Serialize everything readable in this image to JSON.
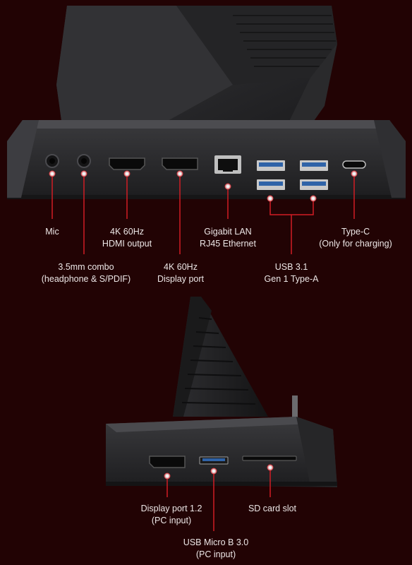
{
  "theme": {
    "background": "#220304",
    "accent": "#d11d24",
    "device_body": "#2b2b2d",
    "port_black": "#0a0a0a",
    "port_blue": "#2f63a8",
    "label_text": "#ece6e6"
  },
  "rear_view": {
    "callouts": [
      {
        "id": "mic",
        "lines": [
          "Mic"
        ]
      },
      {
        "id": "combo",
        "lines": [
          "3.5mm combo",
          "(headphone & S/PDIF)"
        ]
      },
      {
        "id": "hdmi",
        "lines": [
          "4K 60Hz",
          "HDMI output"
        ]
      },
      {
        "id": "dp",
        "lines": [
          "4K 60Hz",
          "Display port"
        ]
      },
      {
        "id": "lan",
        "lines": [
          "Gigabit LAN",
          "RJ45 Ethernet"
        ]
      },
      {
        "id": "usb",
        "lines": [
          "USB 3.1",
          "Gen 1 Type-A"
        ]
      },
      {
        "id": "typec",
        "lines": [
          "Type-C",
          "(Only for charging)"
        ]
      }
    ]
  },
  "side_view": {
    "callouts": [
      {
        "id": "dp12",
        "lines": [
          "Display port 1.2",
          "(PC input)"
        ]
      },
      {
        "id": "microb",
        "lines": [
          "USB Micro B 3.0",
          "(PC input)"
        ]
      },
      {
        "id": "sd",
        "lines": [
          "SD card slot"
        ]
      }
    ]
  }
}
